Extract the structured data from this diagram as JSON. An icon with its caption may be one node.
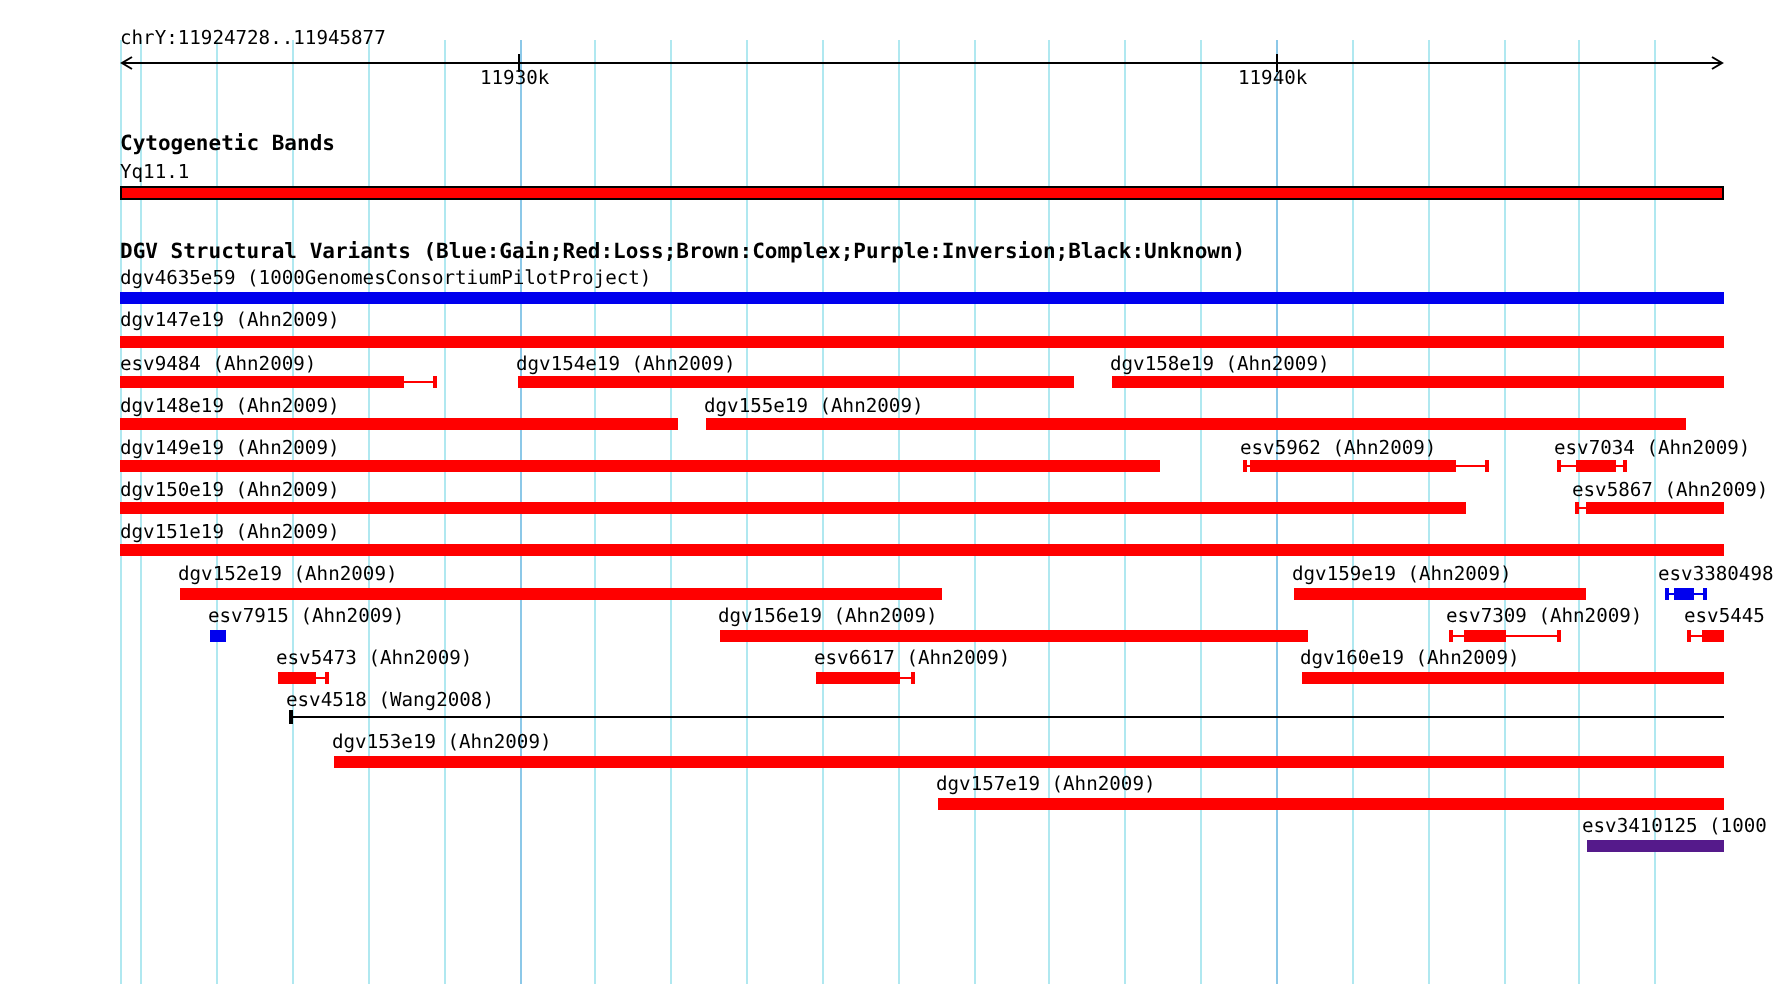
{
  "diagram": {
    "labels": [
      "chrY:11924728..11945877",
      "11930k",
      "11940k",
      "Cytogenetic Bands",
      "Yq11.1",
      "DGV Structural Variants (Blue:Gain;Red:Loss;Brown:Complex;Purple:Inversion;Black:Unknown)",
      "dgv4635e59 (1000GenomesConsortiumPilotProject)",
      "dgv147e19 (Ahn2009)",
      "esv9484 (Ahn2009)",
      "dgv154e19 (Ahn2009)",
      "dgv158e19 (Ahn2009)",
      "dgv148e19 (Ahn2009)",
      "dgv155e19 (Ahn2009)",
      "dgv149e19 (Ahn2009)",
      "esv5962 (Ahn2009)",
      "esv7034 (Ahn2009)",
      "dgv150e19 (Ahn2009)",
      "esv5867 (Ahn2009)",
      "dgv151e19 (Ahn2009)",
      "dgv152e19 (Ahn2009)",
      "dgv159e19 (Ahn2009)",
      "esv3380498",
      "esv7915 (Ahn2009)",
      "dgv156e19 (Ahn2009)",
      "esv7309 (Ahn2009)",
      "esv5445",
      "esv5473 (Ahn2009)",
      "esv6617 (Ahn2009)",
      "dgv160e19 (Ahn2009)",
      "esv4518 (Wang2008)",
      "dgv153e19 (Ahn2009)",
      "dgv157e19 (Ahn2009)",
      "esv3410125 (1000"
    ]
  }
}
